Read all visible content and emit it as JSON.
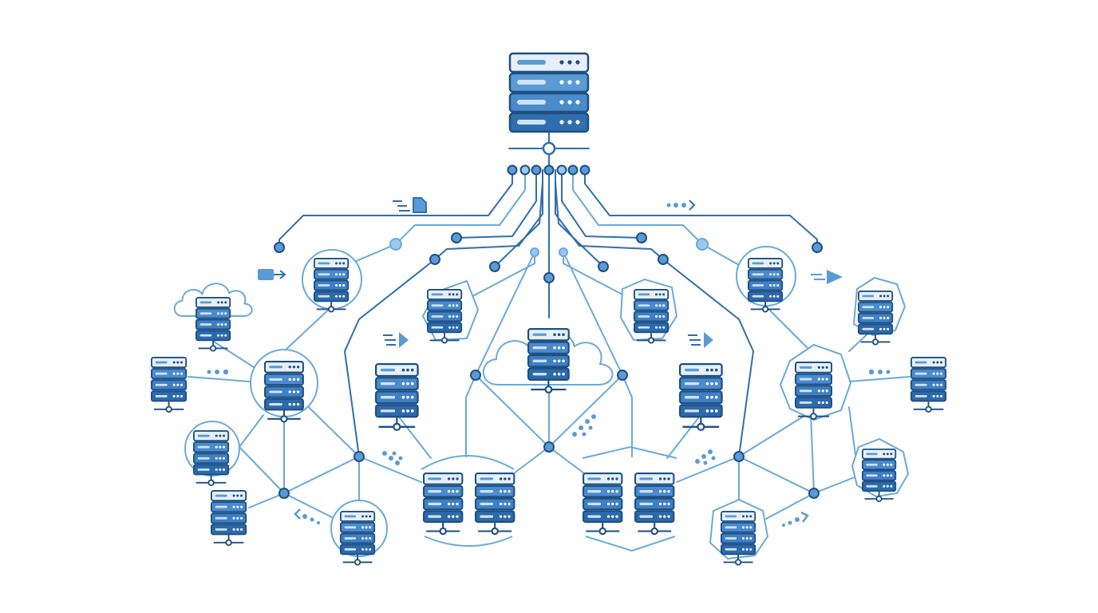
{
  "colors": {
    "background": "#ffffff",
    "line_dark": "#2f6fad",
    "line_light": "#6aa9dc",
    "server_fill": "#3f7fc4",
    "server_fill_dark": "#2c6aac",
    "server_outline": "#1f4f82",
    "server_light": "#e6f0fa",
    "node_fill": "#5b9bd5",
    "node_fill_light": "#9cc8ee",
    "frame": "#6aa9dc"
  },
  "diagram": {
    "type": "network-topology",
    "main_server": {
      "icon": "server-rack-icon",
      "units": 4
    },
    "hubs": [
      {
        "id": "central-cloud",
        "shape": "cloud",
        "icon": "server-icon"
      },
      {
        "id": "left-cloud",
        "shape": "cloud",
        "icon": "server-icon"
      }
    ],
    "clusters": [
      {
        "id": "left-bottom-cluster",
        "servers": 2
      },
      {
        "id": "right-bottom-cluster",
        "servers": 2
      }
    ],
    "badges": [
      "file-transfer-icon",
      "data-packet-icon",
      "arrow-right-icon",
      "dots-icon"
    ]
  }
}
